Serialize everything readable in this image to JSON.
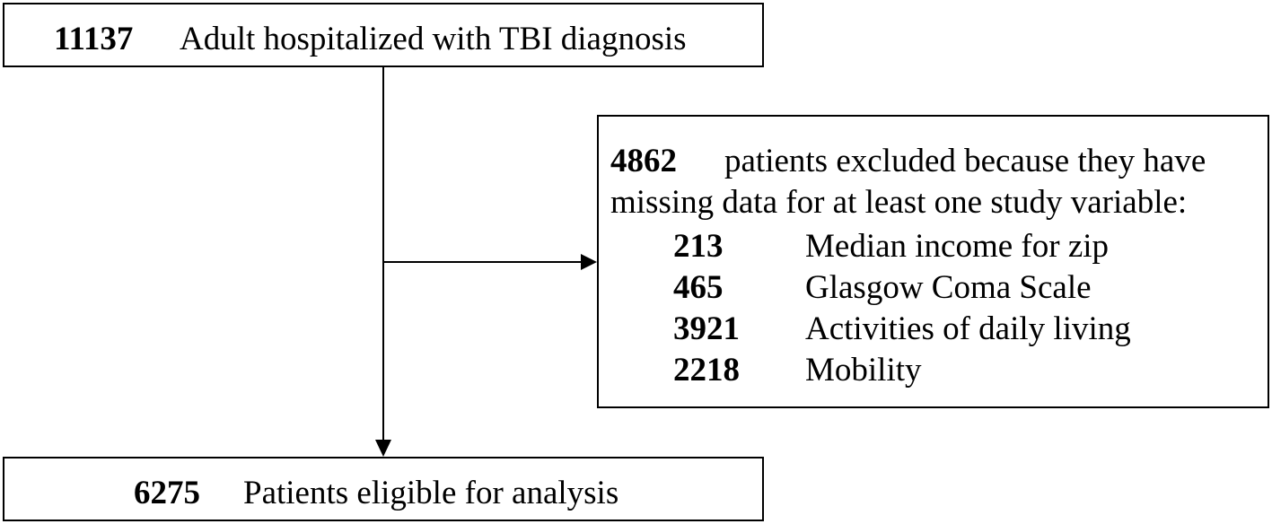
{
  "top_box": {
    "count": "11137",
    "label": "Adult hospitalized with TBI diagnosis"
  },
  "exclusion_box": {
    "count": "4862",
    "label_line1": "patients excluded because they have",
    "label_line2": "missing data for at least one study variable:",
    "items": [
      {
        "count": "213",
        "label": "Median income for zip"
      },
      {
        "count": "465",
        "label": "Glasgow Coma Scale"
      },
      {
        "count": "3921",
        "label": "Activities of daily living"
      },
      {
        "count": "2218",
        "label": "Mobility"
      }
    ]
  },
  "bottom_box": {
    "count": "6275",
    "label": "Patients eligible for analysis"
  }
}
